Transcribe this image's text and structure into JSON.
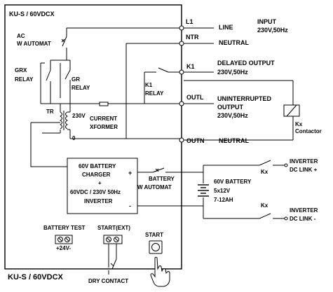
{
  "labels": {
    "header": "KU-S / 60VDCX",
    "footer": "KU-S / 60VDCX",
    "ac_automat_1": "AC",
    "ac_automat_2": "W AUTOMAT",
    "grx_relay_1": "GRX",
    "grx_relay_2": "RELAY",
    "gr_relay_1": "GR",
    "gr_relay_2": "RELAY",
    "k1_relay_1": "K1",
    "k1_relay_2": "RELAY",
    "tr": "TR",
    "tr_230v": "230V",
    "tr_0": "0",
    "current_xformer_1": "CURRENT",
    "current_xformer_2": "XFORMER",
    "terminal_l1": "L1",
    "terminal_ntr": "NTR",
    "terminal_k1": "K1",
    "terminal_outl": "OUTL",
    "terminal_outn": "OUTN",
    "line": "LINE",
    "neutral_1": "NEUTRAL",
    "input_1": "INPUT",
    "input_2": "230V,50Hz",
    "delayed_1": "DELAYED OUTPUT",
    "delayed_2": "230V,50Hz",
    "unint_1": "UNINTERRUPTED",
    "unint_2": "OUTPUT",
    "unint_3": "230V,50Hz",
    "neutral_2": "NEUTRAL",
    "kx": "Kx",
    "contactor": "Contactor",
    "charger_1": "60V BATTERY",
    "charger_2": "CHARGER",
    "charger_3": "+",
    "charger_4": "60VDC / 230V 50Hz",
    "charger_5": "INVERTER",
    "charger_plus": "+",
    "charger_minus": "-",
    "batt_automat_1": "BATTERY",
    "batt_automat_2": "W AUTOMAT",
    "battery_1": "60V BATTERY",
    "battery_2": "5x12V",
    "battery_3": "7-12AH",
    "kx_top": "Kx",
    "kx_bottom": "Kx",
    "inv_plus_1": "INVERTER",
    "inv_plus_2": "DC LINK +",
    "inv_minus_1": "INVERTER",
    "inv_minus_2": "DC LINK -",
    "battery_test": "BATTERY TEST",
    "plus24": "+24V-",
    "start_ext": "START(EXT)",
    "start": "START",
    "dry_contact": "DRY CONTACT"
  }
}
